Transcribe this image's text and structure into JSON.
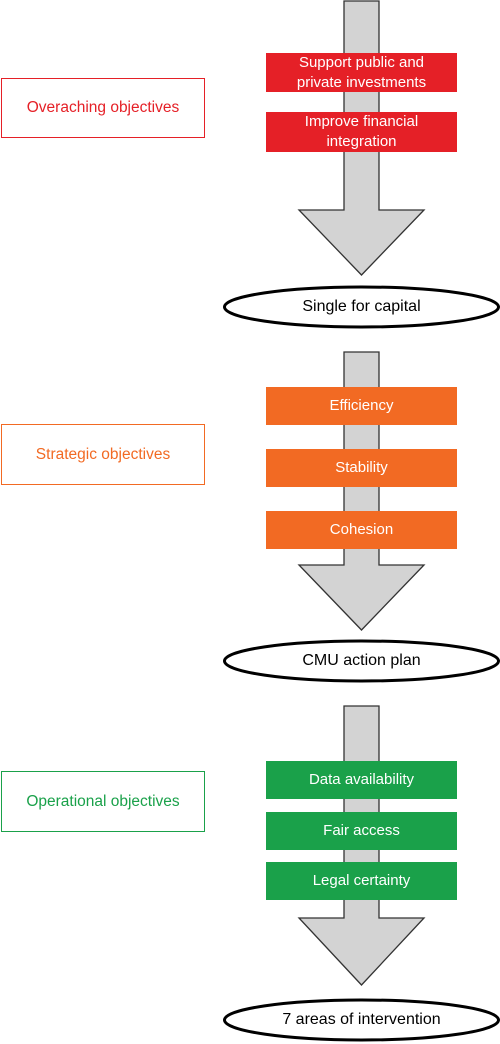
{
  "colors": {
    "overarching": "#e52027",
    "strategic": "#f26a23",
    "operational": "#1aa14a",
    "arrow_fill": "#d3d3d3",
    "arrow_stroke": "#333333"
  },
  "levels": [
    {
      "label": "Overaching objectives",
      "items": [
        "Support public and\nprivate investments",
        "Improve financial\nintegration"
      ],
      "outcome": "Single for capital"
    },
    {
      "label": "Strategic objectives",
      "items": [
        "Efficiency",
        "Stability",
        "Cohesion"
      ],
      "outcome": "CMU action plan"
    },
    {
      "label": "Operational objectives",
      "items": [
        "Data availability",
        "Fair access",
        "Legal certainty"
      ],
      "outcome": "7 areas of intervention"
    }
  ]
}
